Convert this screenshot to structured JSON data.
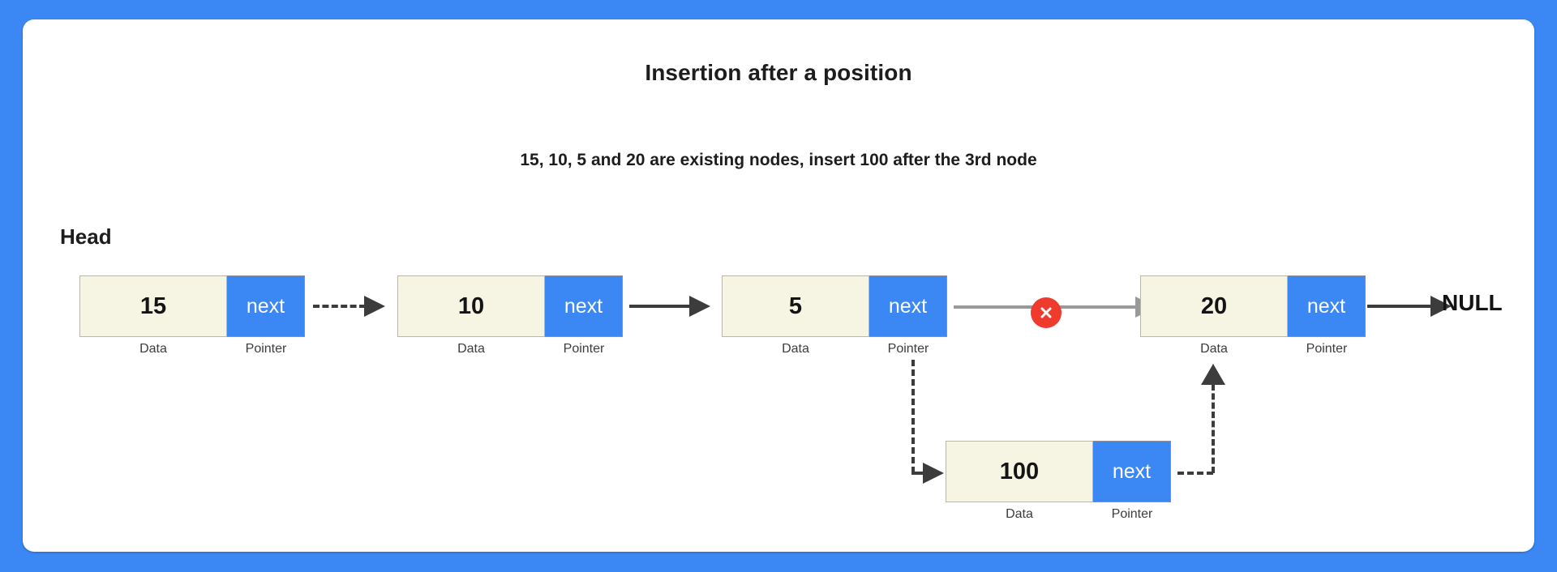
{
  "page": {
    "background_color": "#3b88f5",
    "card_color": "#ffffff"
  },
  "header": {
    "title": "Insertion after a position",
    "subtitle": "15, 10, 5 and 20 are existing nodes, insert 100 after the 3rd node"
  },
  "diagram": {
    "head_label": "Head",
    "null_label": "NULL",
    "caption_data": "Data",
    "caption_pointer": "Pointer",
    "pointer_text": "next",
    "colors": {
      "data_cell": "#f6f4e2",
      "pointer_cell": "#3b88f5",
      "dark_arrow": "#3c3c3c",
      "gray_arrow": "#999999",
      "cross_badge": "#ee3b2e"
    },
    "nodes": [
      {
        "value": "15",
        "pointer": "next",
        "cap_data": "Data",
        "cap_pointer": "Pointer"
      },
      {
        "value": "10",
        "pointer": "next",
        "cap_data": "Data",
        "cap_pointer": "Pointer"
      },
      {
        "value": "5",
        "pointer": "next",
        "cap_data": "Data",
        "cap_pointer": "Pointer"
      },
      {
        "value": "20",
        "pointer": "next",
        "cap_data": "Data",
        "cap_pointer": "Pointer"
      },
      {
        "value": "100",
        "pointer": "next",
        "cap_data": "Data",
        "cap_pointer": "Pointer"
      }
    ],
    "links": [
      {
        "from": "15",
        "to": "10",
        "style": "dashed",
        "color": "#3c3c3c",
        "state": "active"
      },
      {
        "from": "10",
        "to": "5",
        "style": "solid",
        "color": "#3c3c3c",
        "state": "active"
      },
      {
        "from": "5",
        "to": "20",
        "style": "solid",
        "color": "#999999",
        "state": "broken"
      },
      {
        "from": "20",
        "to": "NULL",
        "style": "solid",
        "color": "#3c3c3c",
        "state": "active"
      },
      {
        "from": "5",
        "to": "100",
        "style": "dashed",
        "color": "#3c3c3c",
        "state": "new"
      },
      {
        "from": "100",
        "to": "20",
        "style": "dashed",
        "color": "#3c3c3c",
        "state": "new"
      }
    ],
    "cross_marker": {
      "symbol": "x",
      "meaning": "link-removed"
    }
  }
}
